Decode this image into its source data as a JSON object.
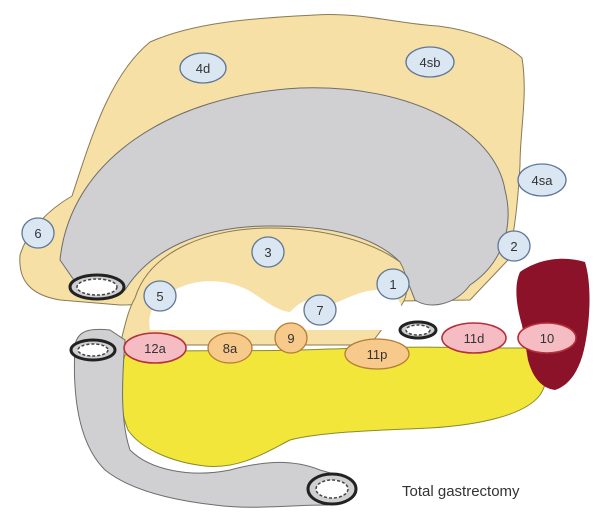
{
  "colors": {
    "omentum": "#f6e0a6",
    "omentum_stroke": "#8a7a55",
    "stomach": "#d0d0d2",
    "stomach_stroke": "#6d6d6d",
    "pancreas": "#f3e63a",
    "pancreas_stroke": "#8c8a2a",
    "spleen": "#8b1228",
    "node_blue_fill": "#dbe6f3",
    "node_blue_stroke": "#5f7796",
    "node_orange_fill": "#f7c98a",
    "node_orange_stroke": "#b37d38",
    "node_pink_fill": "#f6bcc4",
    "node_pink_stroke": "#b3303c"
  },
  "nodes": {
    "n4d": "4d",
    "n4sb": "4sb",
    "n4sa": "4sa",
    "n6": "6",
    "n3": "3",
    "n2": "2",
    "n5": "5",
    "n1": "1",
    "n7": "7",
    "n9": "9",
    "n12a": "12a",
    "n8a": "8a",
    "n11p": "11p",
    "n11d": "11d",
    "n10": "10"
  },
  "caption": "Total gastrectomy"
}
